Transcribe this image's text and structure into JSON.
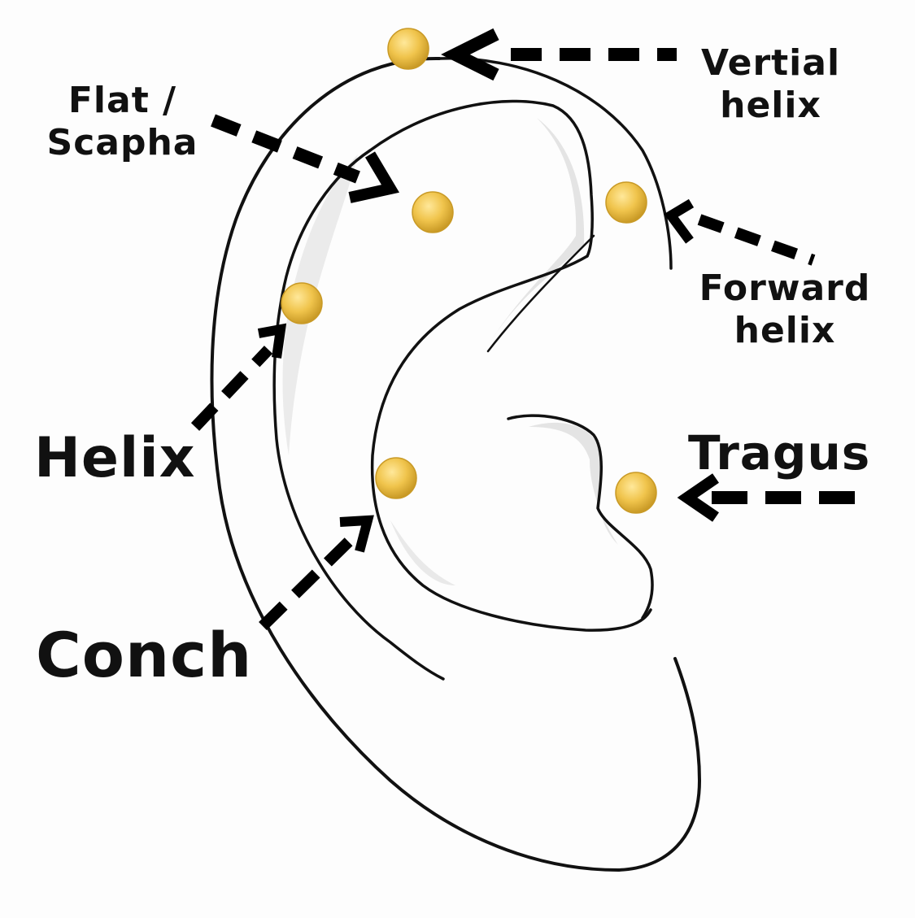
{
  "labels": {
    "vertical_helix": {
      "line1": "Vertial",
      "line2": "helix"
    },
    "flat_scapha": {
      "line1": "Flat /",
      "line2": "Scapha"
    },
    "forward_helix": {
      "line1": "Forward",
      "line2": "helix"
    },
    "helix": "Helix",
    "tragus": "Tragus",
    "conch": "Conch"
  },
  "colors": {
    "stud": "#f0c44c",
    "stud_shadow": "#c99a26",
    "stud_highlight": "#ffe89a",
    "outline": "#111111",
    "arrow": "#000000",
    "shading": "#c8c8c8"
  }
}
